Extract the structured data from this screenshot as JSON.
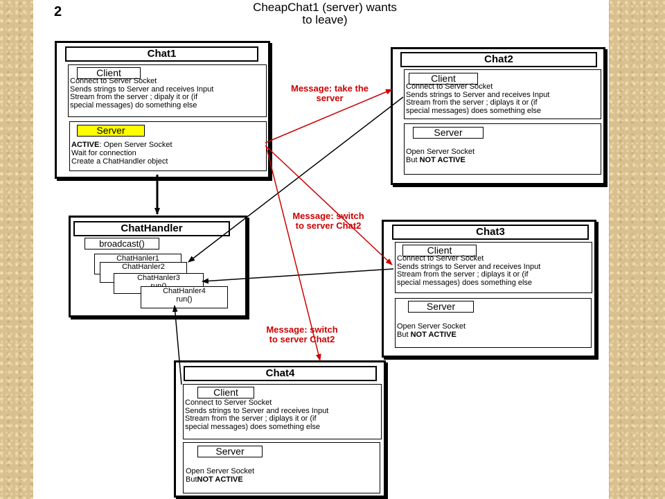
{
  "slide": {
    "number": "2",
    "title": "CheapChat1 (server) wants\nto leave)"
  },
  "chat1": {
    "title": "Chat1",
    "client_tag": "Client",
    "client_text": "Connect to Server Socket\nSends strings to Server and receives Input\nStream from the server ; dipaly it or (if\nspecial messages) do something else",
    "server_tag": "Server",
    "server_status": "ACTIVE",
    "server_text_1": ": Open Server Socket",
    "server_text_2": "Wait for connection\nCreate a ChatHandler object",
    "server_tag_color": "#ffff00"
  },
  "chat2": {
    "title": "Chat2",
    "client_tag": "Client",
    "client_text": "Connect to Server Socket\nSends strings to Server and receives Input\nStream from the server ; diplays it or (if\nspecial messages) does something else",
    "server_tag": "Server",
    "server_text_1": "Open Server Socket",
    "server_text_2a": "But ",
    "server_status": "NOT ACTIVE"
  },
  "chat3": {
    "title": "Chat3",
    "client_tag": "Client",
    "client_text": "Connect to Server Socket\nSends strings to Server and receives Input\nStream from the server ; diplays it or (if\nspecial messages) does something else",
    "server_tag": "Server",
    "server_text_1": "Open Server Socket",
    "server_text_2a": "But ",
    "server_status": "NOT ACTIVE"
  },
  "chat4": {
    "title": "Chat4",
    "client_tag": "Client",
    "client_text": "Connect to Server Socket\nSends strings to Server and receives Input\nStream from the server ; diplays it or (if\nspecial messages) does something else",
    "server_tag": "Server",
    "server_text_1": "Open Server Socket",
    "server_text_2a": "But",
    "server_status": "NOT ACTIVE"
  },
  "chathandler": {
    "title": "ChatHandler",
    "method": "broadcast()",
    "handlers": [
      {
        "name": "ChatHanler1",
        "run": ""
      },
      {
        "name": "ChatHanler2",
        "run": ""
      },
      {
        "name": "ChatHanler3",
        "run": "run()"
      },
      {
        "name": "ChatHanler4",
        "run": "run()"
      }
    ]
  },
  "messages": {
    "take_server": "Message: take the\nserver",
    "switch_1": "Message: switch\nto server Chat2",
    "switch_2": "Message: switch\nto server Chat2"
  },
  "colors": {
    "message_arrow": "#cc0000",
    "connection_arrow": "#000000",
    "active_highlight": "#ffff00"
  }
}
